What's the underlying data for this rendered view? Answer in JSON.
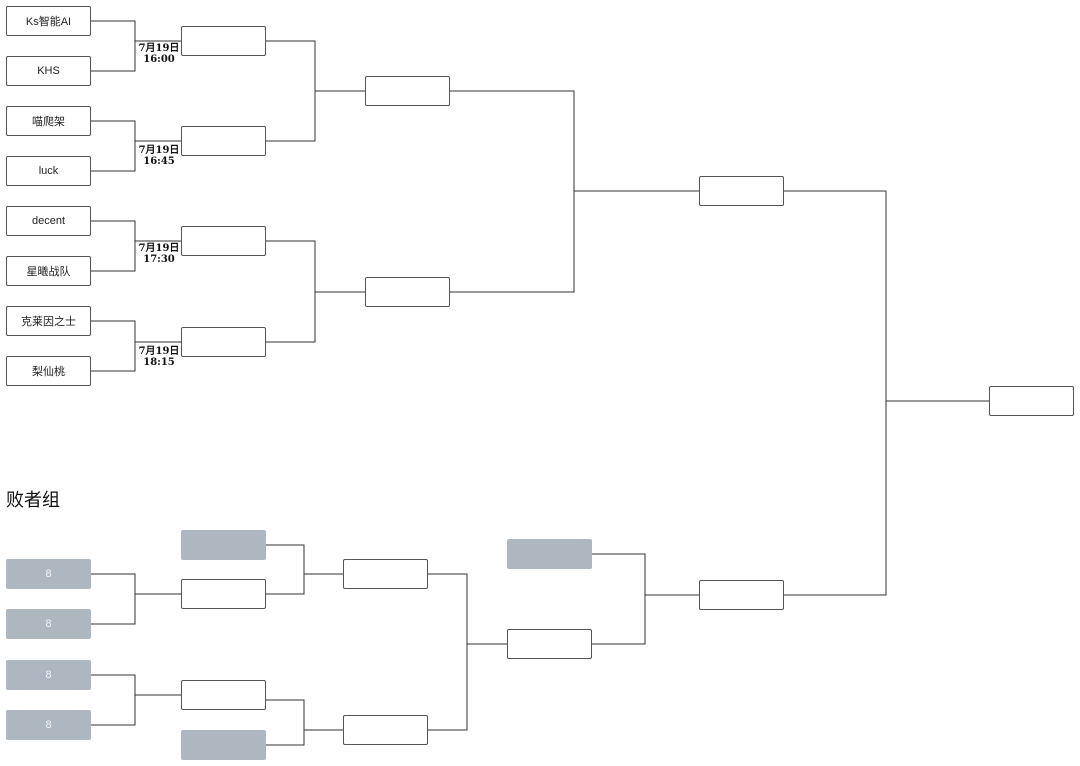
{
  "winners_bracket": {
    "round1_teams": [
      "Ks智能AI",
      "KHS",
      "喵爬架",
      "luck",
      "decent",
      "星曦战队",
      "克莱因之士",
      "梨仙桃"
    ],
    "match_times": [
      {
        "date": "7月19日",
        "time": "16:00"
      },
      {
        "date": "7月19日",
        "time": "16:45"
      },
      {
        "date": "7月19日",
        "time": "17:30"
      },
      {
        "date": "7月19日",
        "time": "18:15"
      }
    ],
    "round2_slots": [
      "",
      "",
      "",
      ""
    ],
    "semifinal_slots": [
      "",
      ""
    ],
    "final_slot": ""
  },
  "grand_final_slot": "",
  "losers_bracket": {
    "title": "败者组",
    "seed_labels": [
      "8",
      "8",
      "8",
      "8"
    ],
    "round2_slots": [
      "",
      "",
      "",
      ""
    ],
    "round3_slots": [
      "",
      ""
    ],
    "round4_slots": [
      "",
      ""
    ],
    "final_slot": ""
  }
}
